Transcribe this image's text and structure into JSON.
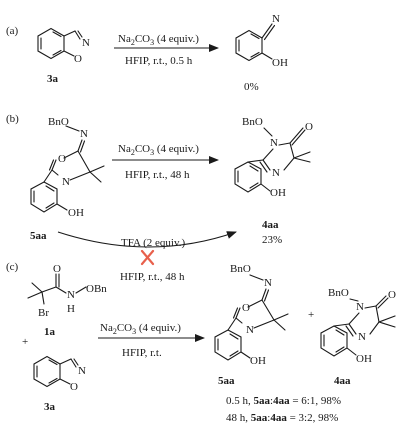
{
  "panels": [
    {
      "label": "(a)"
    },
    {
      "label": "(b)"
    },
    {
      "label": "(c)"
    }
  ],
  "reaction_a": {
    "reagent_pre": "Na",
    "reagent_sub": "2",
    "reagent_post": "CO",
    "reagent_sub2": "3",
    "reagent_tail": " (4 equiv.)",
    "conditions": "HFIP, r.t., 0.5 h",
    "substrate": "3a",
    "product_N": "N",
    "product_OH": "OH",
    "yield": "0%",
    "ring_O": "O",
    "ring_N": "N"
  },
  "reaction_b": {
    "reagent_pre": "Na",
    "reagent_sub": "2",
    "reagent_post": "CO",
    "reagent_sub2": "3",
    "reagent_tail": " (4 equiv.)",
    "conditions": "HFIP, r.t., 48 h",
    "acid": "TFA (2 equiv.)",
    "acid_conditions": "HFIP, r.t., 48 h",
    "substrate": "5aa",
    "product": "4aa",
    "yield": "23%",
    "sub_BnO": "BnO",
    "sub_N": "N",
    "sub_O": "O",
    "sub_Nring": "N",
    "sub_OH": "OH",
    "prod_BnO": "BnO",
    "prod_N": "N",
    "prod_O": "O",
    "prod_Nring": "N",
    "prod_OH": "OH"
  },
  "reaction_c": {
    "reagent_pre": "Na",
    "reagent_sub": "2",
    "reagent_post": "CO",
    "reagent_sub2": "3",
    "reagent_tail": " (4 equiv.)",
    "conditions": "HFIP, r.t.",
    "reactant1": "1a",
    "reactant1_O": "O",
    "reactant1_N": "N",
    "reactant1_H": "H",
    "reactant1_OBn": "OBn",
    "reactant1_Br": "Br",
    "plus": "+",
    "reactant2": "3a",
    "reactant2_O": "O",
    "reactant2_N": "N",
    "product1": "5aa",
    "product2": "4aa",
    "plus2": "+",
    "p1_BnO": "BnO",
    "p1_N": "N",
    "p1_O": "O",
    "p1_Nring": "N",
    "p1_OH": "OH",
    "p2_BnO": "BnO",
    "p2_N": "N",
    "p2_O": "O",
    "p2_Nring": "N",
    "p2_OH": "OH",
    "result1_pre": "0.5 h, ",
    "result1_a": "5aa",
    "result1_mid": ":",
    "result1_b": "4aa",
    "result1_post": " = 6:1,  98%",
    "result2_pre": "48 h, ",
    "result2_a": "5aa",
    "result2_mid": ":",
    "result2_b": "4aa",
    "result2_post": " = 3:2, 98%"
  }
}
